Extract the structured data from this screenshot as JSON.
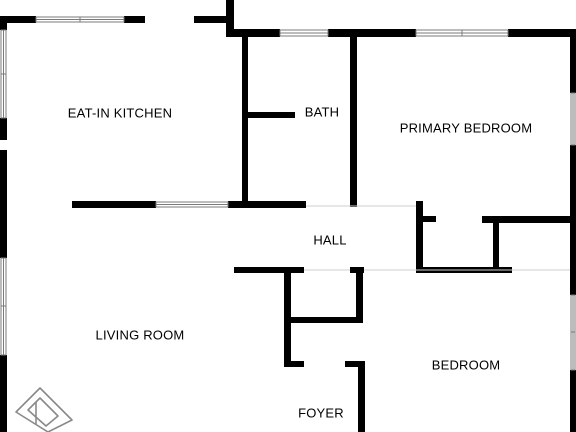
{
  "rooms": {
    "kitchen": "EAT-IN KITCHEN",
    "bath": "BATH",
    "primary_bedroom": "PRIMARY BEDROOM",
    "hall": "HALL",
    "living_room": "LIVING ROOM",
    "bedroom": "BEDROOM",
    "foyer": "FOYER"
  },
  "colors": {
    "wall": "#000000",
    "window_frame": "#7a7a7a",
    "background": "#ffffff"
  },
  "icons": {
    "logo": "logo-mark-icon"
  }
}
